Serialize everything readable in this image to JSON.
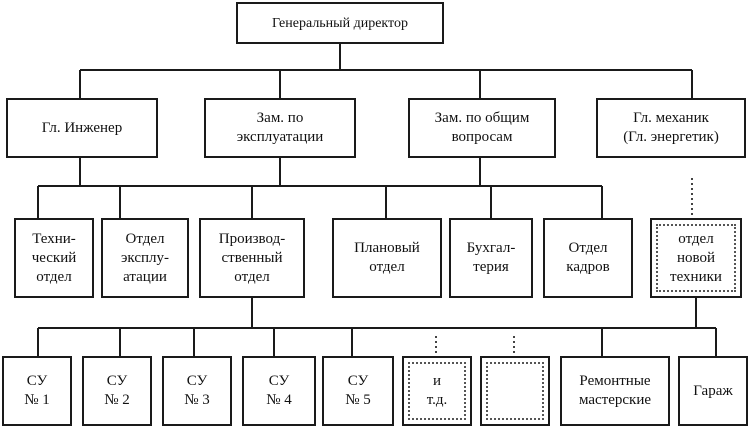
{
  "top": {
    "label": "Генеральный директор"
  },
  "level1": [
    {
      "id": "chief-engineer",
      "label": "Гл. Инженер"
    },
    {
      "id": "deputy-operations",
      "label": "Зам. по\nэксплуатации"
    },
    {
      "id": "deputy-general",
      "label": "Зам. по общим\nвопросам"
    },
    {
      "id": "chief-mechanic",
      "label": "Гл. механик\n(Гл. энергетик)"
    }
  ],
  "level2": [
    {
      "id": "technical-dept",
      "label": "Техни-\nческий\nотдел",
      "style": "solid"
    },
    {
      "id": "operations-dept",
      "label": "Отдел\nэксплу-\nатации",
      "style": "solid"
    },
    {
      "id": "production-dept",
      "label": "Производ-\nственный\nотдел",
      "style": "solid"
    },
    {
      "id": "planning-dept",
      "label": "Плановый\nотдел",
      "style": "solid"
    },
    {
      "id": "accounting",
      "label": "Бухгал-\nтерия",
      "style": "solid"
    },
    {
      "id": "hr-dept",
      "label": "Отдел\nкадров",
      "style": "solid"
    },
    {
      "id": "new-tech-dept",
      "label": "отдел\nновой\nтехники",
      "style": "dotted"
    }
  ],
  "level3": [
    {
      "id": "su-1",
      "label": "СУ\n№ 1",
      "style": "solid"
    },
    {
      "id": "su-2",
      "label": "СУ\n№ 2",
      "style": "solid"
    },
    {
      "id": "su-3",
      "label": "СУ\n№ 3",
      "style": "solid"
    },
    {
      "id": "su-4",
      "label": "СУ\n№ 4",
      "style": "solid"
    },
    {
      "id": "su-5",
      "label": "СУ\n№ 5",
      "style": "solid"
    },
    {
      "id": "etc",
      "label": "и\nт.д.",
      "style": "dotted"
    },
    {
      "id": "empty-unit",
      "label": "",
      "style": "dotted"
    },
    {
      "id": "repair-shops",
      "label": "Ремонтные\nмастерские",
      "style": "solid"
    },
    {
      "id": "garage",
      "label": "Гараж",
      "style": "solid"
    }
  ]
}
